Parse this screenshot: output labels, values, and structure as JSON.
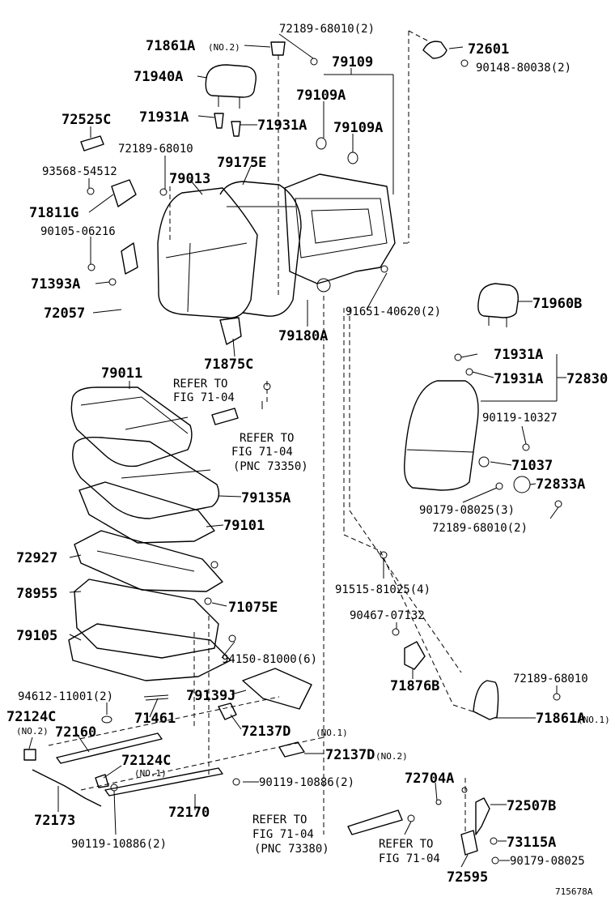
{
  "labels": {
    "p71861a_no2": "71861A",
    "no2_a": "(NO.2)",
    "p7218968010_2_top": "72189-68010(2)",
    "p72601": "72601",
    "p9014880038": "90148-80038(2)",
    "p71940a": "71940A",
    "p79109": "79109",
    "p79109a_1": "79109A",
    "p79109a_2": "79109A",
    "p72525c": "72525C",
    "p71931a_l1": "71931A",
    "p71931a_l2": "71931A",
    "p7218968010_l": "72189-68010",
    "p9356854512": "93568-54512",
    "p79175e": "79175E",
    "p79013": "79013",
    "p71811g": "71811G",
    "p9010506216": "90105-06216",
    "p71393a": "71393A",
    "p72057": "72057",
    "p9165140620": "91651-40620(2)",
    "p71960b": "71960B",
    "p79180a": "79180A",
    "p71875c": "71875C",
    "p71931a_r1": "71931A",
    "p71931a_r2": "71931A",
    "p72830": "72830",
    "p79011": "79011",
    "refer1_a": "REFER TO",
    "refer1_b": "FIG 71-04",
    "refer2_a": "REFER TO",
    "refer2_b": "FIG 71-04",
    "refer2_c": "(PNC 73350)",
    "p9011910327": "90119-10327",
    "p71037": "71037",
    "p72833a": "72833A",
    "p9017908025_3": "90179-08025(3)",
    "p7218968010_2_r": "72189-68010(2)",
    "p79135a": "79135A",
    "p79101": "79101",
    "p72927": "72927",
    "p9151581025": "91515-81025(4)",
    "p78955": "78955",
    "p71075e": "71075E",
    "p9046707132": "90467-07132",
    "p79105": "79105",
    "p9415081000": "94150-81000(6)",
    "p71876b": "71876B",
    "p7218968010_r2": "72189-68010",
    "p9461211001": "94612-11001(2)",
    "p79139j": "79139J",
    "p72124c_no2": "72124C",
    "no2_b": "(NO.2)",
    "p71461": "71461",
    "p71861a_no1": "71861A",
    "no1_a": "(NO.1)",
    "p72160": "72160",
    "p72137d_no1": "72137D",
    "no1_b": "(NO.1)",
    "p72137d_no2": "72137D",
    "no2_c": "(NO.2)",
    "p72124c_no1": "72124C",
    "no1_c": "(NO.1)",
    "p72704a": "72704A",
    "p9011910886_a": "90119-10886(2)",
    "p72507b": "72507B",
    "p72173": "72173",
    "p72170": "72170",
    "refer3_a": "REFER TO",
    "refer3_b": "FIG 71-04",
    "refer3_c": "(PNC 73380)",
    "refer4_a": "REFER TO",
    "refer4_b": "FIG 71-04",
    "p73115a": "73115A",
    "p9011910886_b": "90119-10886(2)",
    "p9017908025": "90179-08025",
    "p72595": "72595",
    "catalog_id": "715678A"
  }
}
